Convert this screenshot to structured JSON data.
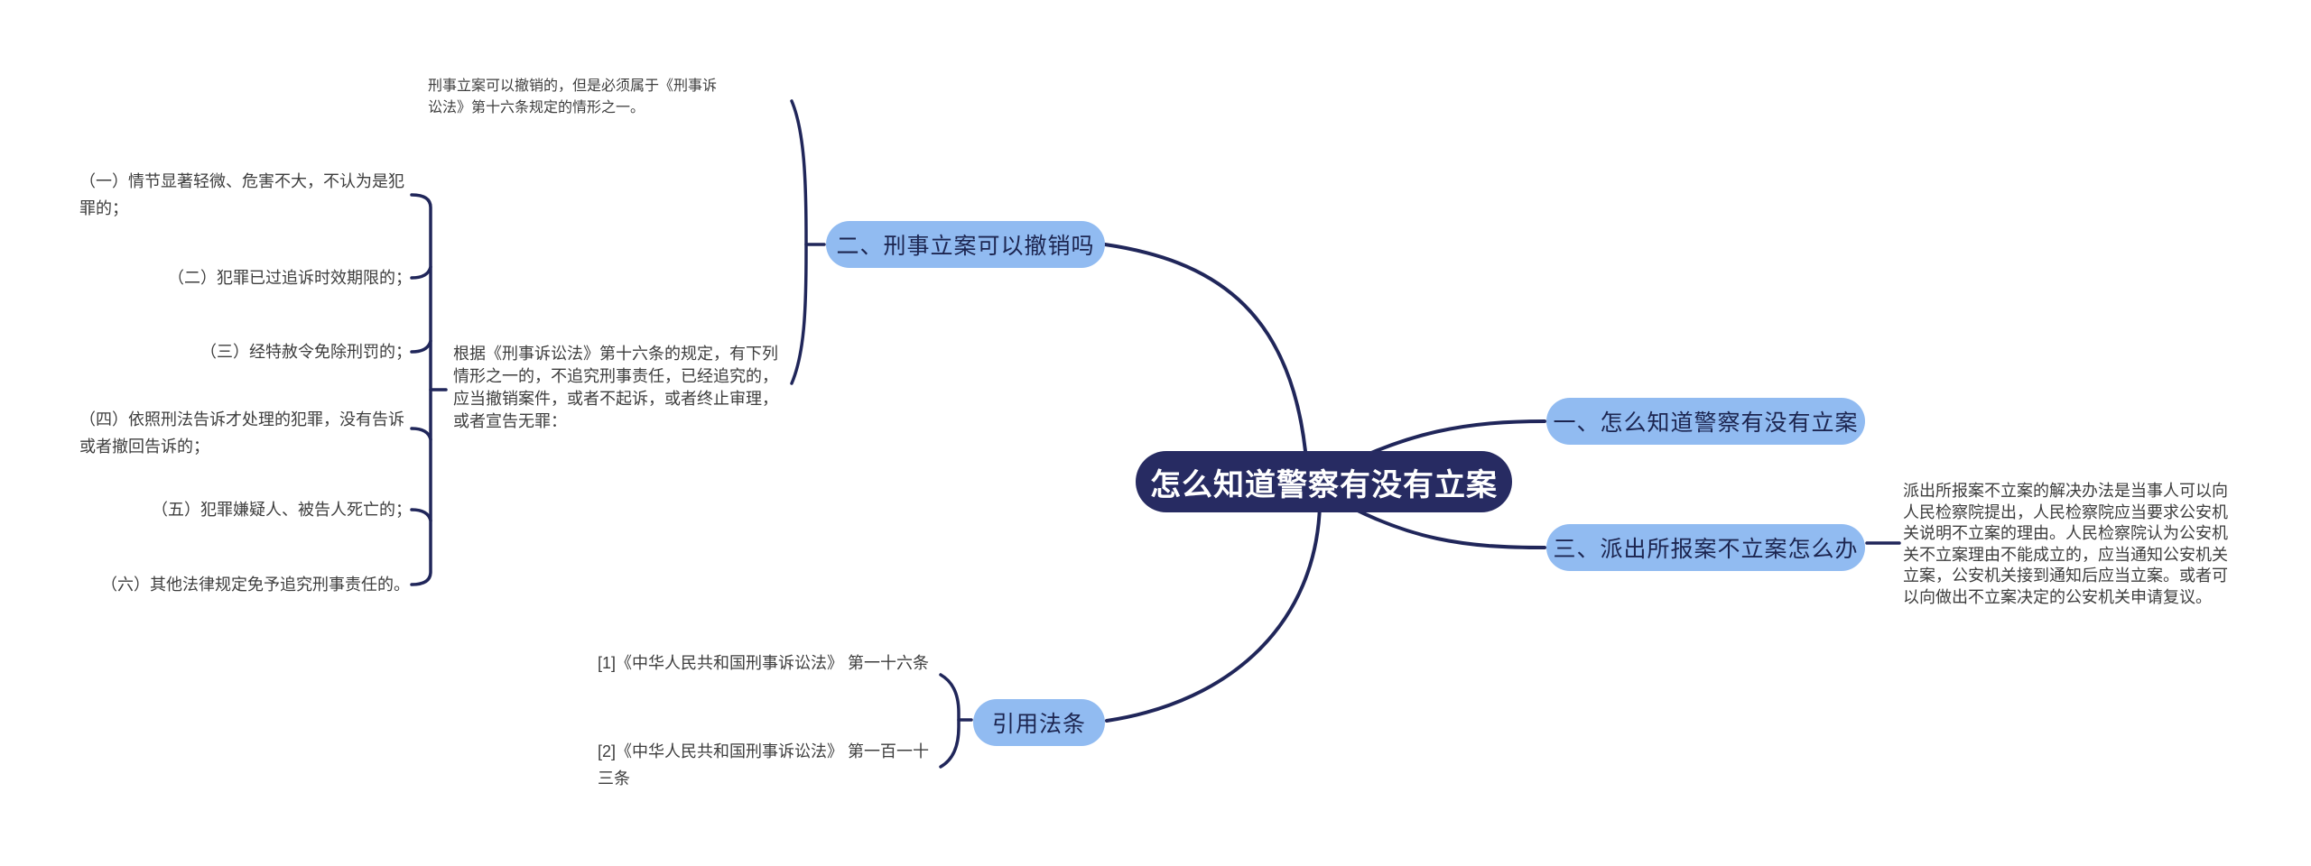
{
  "mindmap": {
    "root": {
      "label": "怎么知道警察有没有立案"
    },
    "branch_top": {
      "label": "二、刑事立案可以撤销吗",
      "note_intro": "刑事立案可以撤销的，但是必须属于《刑事诉讼法》第十六条规定的情形之一。",
      "note_basis": "根据《刑事诉讼法》第十六条的规定，有下列情形之一的，不追究刑事责任，已经追究的，应当撤销案件，或者不起诉，或者终止审理，或者宣告无罪：",
      "cases": [
        "（一）情节显著轻微、危害不大，不认为是犯罪的；",
        "（二）犯罪已过追诉时效期限的；",
        "（三）经特赦令免除刑罚的；",
        "（四）依照刑法告诉才处理的犯罪，没有告诉或者撤回告诉的；",
        "（五）犯罪嫌疑人、被告人死亡的；",
        "（六）其他法律规定免予追究刑事责任的。"
      ]
    },
    "branch_right_first": {
      "label": "一、怎么知道警察有没有立案"
    },
    "branch_right_second": {
      "label": "三、派出所报案不立案怎么办",
      "note": "派出所报案不立案的解决办法是当事人可以向人民检察院提出，人民检察院应当要求公安机关说明不立案的理由。人民检察院认为公安机关不立案理由不能成立的，应当通知公安机关立案，公安机关接到通知后应当立案。或者可以向做出不立案决定的公安机关申请复议。"
    },
    "branch_bottom": {
      "label": "引用法条",
      "citations": [
        "[1]《中华人民共和国刑事诉讼法》 第一十六条",
        "[2]《中华人民共和国刑事诉讼法》 第一百一十三条"
      ]
    },
    "colors": {
      "root_bg": "#272b62",
      "root_text": "#ffffff",
      "branch_bg": "#91bbf1",
      "branch_text": "#1c2550",
      "line": "#20265a",
      "text": "#3d3d3d"
    }
  }
}
